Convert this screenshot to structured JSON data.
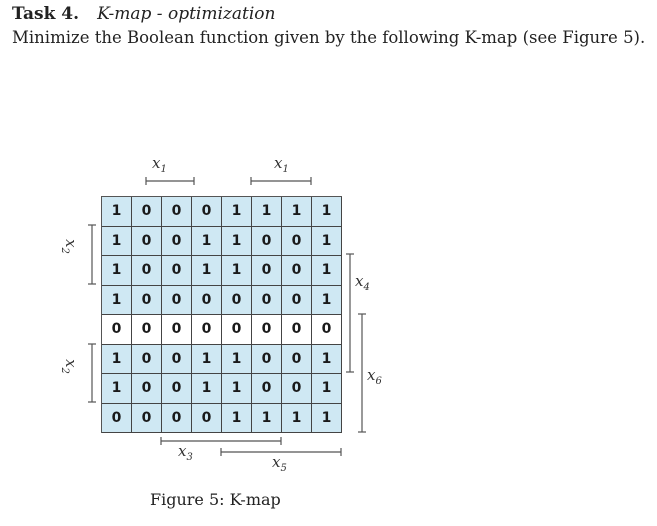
{
  "task": {
    "label": "Task 4.",
    "title": "K-map - optimization",
    "description": "Minimize the Boolean function given by the following K-map (see Figure 5)."
  },
  "kmap": {
    "rows": [
      [
        "1",
        "0",
        "0",
        "0",
        "1",
        "1",
        "1",
        "1"
      ],
      [
        "1",
        "0",
        "0",
        "1",
        "1",
        "0",
        "0",
        "1"
      ],
      [
        "1",
        "0",
        "0",
        "1",
        "1",
        "0",
        "0",
        "1"
      ],
      [
        "1",
        "0",
        "0",
        "0",
        "0",
        "0",
        "0",
        "1"
      ],
      [
        "0",
        "0",
        "0",
        "0",
        "0",
        "0",
        "0",
        "0"
      ],
      [
        "1",
        "0",
        "0",
        "1",
        "1",
        "0",
        "0",
        "1"
      ],
      [
        "1",
        "0",
        "0",
        "1",
        "1",
        "0",
        "0",
        "1"
      ],
      [
        "0",
        "0",
        "0",
        "0",
        "1",
        "1",
        "1",
        "1"
      ]
    ],
    "shaded_rows": [
      0,
      1,
      2,
      3,
      5,
      6,
      7
    ],
    "shade_color": "#cfe8f3",
    "variables": {
      "x1_top_left": "x1",
      "x1_top_right": "x1",
      "x2_upper": "x2",
      "x2_lower": "x2",
      "x3": "x3",
      "x4": "x4",
      "x5": "x5",
      "x6": "x6"
    }
  },
  "caption": "Figure 5: K-map"
}
